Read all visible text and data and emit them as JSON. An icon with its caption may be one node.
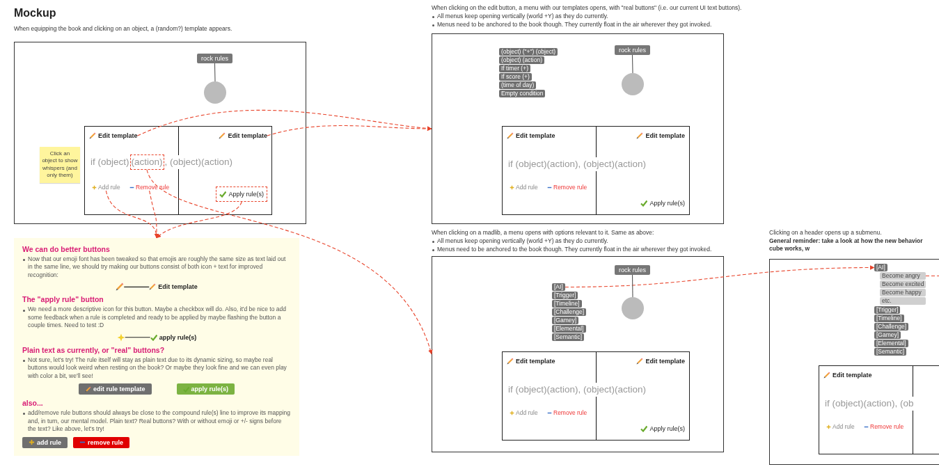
{
  "diagram": {
    "title": "Mockup",
    "nodes": [
      {
        "text": [],
        "shape": "box"
      },
      {
        "text": [
          "rock rules"
        ],
        "in": 0
      },
      {
        "text": [],
        "shape": "circle",
        "in": 0
      },
      {
        "text": [],
        "shape": "box",
        "in": 0
      },
      {
        "text": [
          "Edit template"
        ],
        "in": 3
      },
      {
        "text": [
          "Edit template"
        ],
        "in": 3
      },
      {
        "text": [
          "if (object)"
        ],
        "in": 3
      },
      {
        "text": [
          "(action)"
        ],
        "in": 3
      },
      {
        "text": [
          "Add rule"
        ],
        "in": 3
      },
      {
        "text": [
          "Remove rule"
        ],
        "in": 3
      },
      {
        "text": [
          "Apply rule(s)"
        ],
        "in": 3
      },
      {
        "text": [
          "Click an object to show whispers (and only them)"
        ],
        "in": 0
      },
      {
        "text": [],
        "shape": "box"
      },
      {
        "text": [
          "rock rules"
        ],
        "in": 12
      },
      {
        "text": [],
        "shape": "circle",
        "in": 12
      },
      {
        "text": [
          "(object) (\"+\") (object)"
        ],
        "in": 12
      },
      {
        "text": [
          "(object) (action)"
        ],
        "in": 12
      },
      {
        "text": [
          "If timer (+)"
        ],
        "in": 12
      },
      {
        "text": [
          "If score (+)"
        ],
        "in": 12
      },
      {
        "text": [
          "(time of day)"
        ],
        "in": 12
      },
      {
        "text": [
          "Empty condition"
        ],
        "in": 12
      },
      {
        "text": [],
        "shape": "box",
        "in": 12
      },
      {
        "text": [
          "Edit template"
        ],
        "in": 21
      },
      {
        "text": [
          "Edit template"
        ],
        "in": 21
      },
      {
        "text": [
          "if (object)(action), (object)(action)"
        ],
        "in": 21
      },
      {
        "text": [
          "Add rule"
        ],
        "in": 21
      },
      {
        "text": [
          "Remove rule"
        ],
        "in": 21
      },
      {
        "text": [
          "Apply rule(s)"
        ],
        "in": 21
      },
      {
        "text": [],
        "shape": "box"
      },
      {
        "text": [
          "rock rules"
        ],
        "in": 28
      },
      {
        "text": [],
        "shape": "circle",
        "in": 28
      },
      {
        "text": [
          "[AI]"
        ],
        "in": 28
      },
      {
        "text": [
          "[Trigger]"
        ],
        "in": 28
      },
      {
        "text": [
          "[Timeline]"
        ],
        "in": 28
      },
      {
        "text": [
          "[Challenge]"
        ],
        "in": 28
      },
      {
        "text": [
          "[Gamey]"
        ],
        "in": 28
      },
      {
        "text": [
          "[Elemental]"
        ],
        "in": 28
      },
      {
        "text": [
          "[Semantic]"
        ],
        "in": 28
      },
      {
        "text": [],
        "shape": "box",
        "in": 28
      },
      {
        "text": [
          "Edit template"
        ],
        "in": 38
      },
      {
        "text": [
          "Edit template"
        ],
        "in": 38
      },
      {
        "text": [
          "if (object)(action), (object)(action)"
        ],
        "in": 38
      },
      {
        "text": [
          "Add rule"
        ],
        "in": 38
      },
      {
        "text": [
          "Remove rule"
        ],
        "in": 38
      },
      {
        "text": [
          "Apply rule(s)"
        ],
        "in": 38
      },
      {
        "text": [],
        "shape": "box"
      },
      {
        "text": [
          "[AI]"
        ],
        "in": 45
      },
      {
        "text": [
          "Become angry"
        ],
        "in": 45
      },
      {
        "text": [
          "Become excited"
        ],
        "in": 45
      },
      {
        "text": [
          "Become happy"
        ],
        "in": 45
      },
      {
        "text": [
          "etc."
        ],
        "in": 45
      },
      {
        "text": [
          "[Trigger]"
        ],
        "in": 45
      },
      {
        "text": [
          "[Timeline]"
        ],
        "in": 45
      },
      {
        "text": [
          "[Challenge]"
        ],
        "in": 45
      },
      {
        "text": [
          "[Gamey]"
        ],
        "in": 45
      },
      {
        "text": [
          "[Elemental]"
        ],
        "in": 45
      },
      {
        "text": [
          "[Semantic]"
        ],
        "in": 45
      },
      {
        "text": [],
        "shape": "box",
        "in": 45
      },
      {
        "text": [
          "Edit template"
        ],
        "in": 57
      },
      {
        "text": [
          "if (object)(action), (ob"
        ],
        "in": 57
      },
      {
        "text": [
          "Add rule"
        ],
        "in": 57
      },
      {
        "text": [
          "Remove rule"
        ],
        "in": 57
      },
      {
        "text": [
          "We can do better buttons",
          "Now that our emoji font has been tweaked so that emojis are roughly the same size as text laid out in the same line, we should try making our buttons consist of both icon + text for improved recognition:",
          "The \"apply rule\" button",
          "We need a more descriptive icon for this button. Maybe a checkbox will do. Also, it'd be nice to add some feedback when a rule is completed and ready to be applied by maybe flashing the button a couple times. Need to test :D",
          "Plain text as currently, or \"real\" buttons?",
          "Not sure, let's try! The rule itself will stay as plain text due to its dynamic sizing, so maybe real buttons would look weird when resting on the book? Or maybe they look fine and we can even play with color a bit, we'll see!",
          "also...",
          "add/remove rule buttons should always be close to the compound rule(s) line to improve its mapping and, in turn, our mental model. Plain text? Real buttons? With or without emoji or +/- signs before the text? Like above, let's try!"
        ]
      },
      {
        "text": [],
        "shape": "pencil",
        "in": 62
      },
      {
        "text": [
          "Edit template"
        ],
        "in": 62
      },
      {
        "text": [],
        "shape": "sparkle",
        "in": 62
      },
      {
        "text": [
          "apply rule(s)"
        ],
        "in": 62
      },
      {
        "text": [
          "edit rule template"
        ],
        "in": 62
      },
      {
        "text": [
          "apply rule(s)"
        ],
        "in": 62
      },
      {
        "text": [
          "add rule"
        ],
        "in": 62
      },
      {
        "text": [
          "remove rule"
        ],
        "in": 62
      },
      {
        "text": [
          ", (object)(action)"
        ],
        "in": 3
      }
    ],
    "edges": [
      {
        "from": 4,
        "to": 12,
        "arrow": "to",
        "style": "dashed"
      },
      {
        "from": 5,
        "to": 12,
        "arrow": "to",
        "style": "dashed"
      },
      {
        "from": 8,
        "to": 62,
        "arrow": "to",
        "style": "dashed"
      },
      {
        "from": 9,
        "to": 62,
        "arrow": "to",
        "style": "dashed"
      },
      {
        "from": 10,
        "to": 62,
        "arrow": "to",
        "style": "dashed"
      },
      {
        "from": 7,
        "to": 28,
        "arrow": "to",
        "style": "dashed"
      },
      {
        "from": 31,
        "to": 46,
        "arrow": "to",
        "style": "dashed"
      },
      {
        "from": 47,
        "to": null,
        "arrow": "none",
        "style": "dashed"
      },
      {
        "from": 63,
        "to": 64,
        "arrow": "none",
        "color": "#222222"
      },
      {
        "from": 65,
        "to": 66,
        "arrow": "none",
        "color": "#222222"
      },
      {
        "from": 1,
        "to": 2,
        "arrow": "none",
        "color": "#555555"
      },
      {
        "from": 13,
        "to": 14,
        "arrow": "none",
        "color": "#555555"
      },
      {
        "from": 29,
        "to": 30,
        "arrow": "none",
        "color": "#555555"
      }
    ],
    "labels": [
      "When equipping the book and clicking on an object, a (random?) template appears.",
      "When clicking on the edit button, a menu with our templates opens, with \"real buttons\" (i.e. our current UI text buttons).",
      "All menus keep opening vertically (world +Y) as they do currently.",
      "Menus need to be anchored to the book though. They currently float in the air wherever they got invoked.",
      "When clicking on a madlib, a menu opens with options relevant to it. Same as above:",
      "All menus keep opening vertically (world +Y) as they do currently.",
      "Menus need to be anchored to the book though. They currently float in the air wherever they got invoked.",
      "Clicking on a header opens up a submenu.",
      "General reminder: take a look at how the new behavior cube works, w"
    ]
  }
}
